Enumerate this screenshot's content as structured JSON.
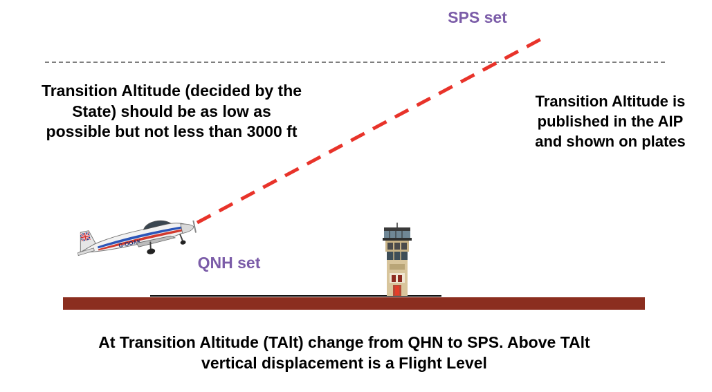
{
  "labels": {
    "sps_set": "SPS set",
    "qnh_set": "QNH set"
  },
  "notes": {
    "left": [
      "Transition Altitude (decided by the",
      "State) should be as low as",
      "possible but not less than 3000 ft"
    ],
    "right": [
      "Transition Altitude is",
      "published in the AIP",
      "and shown on plates"
    ]
  },
  "caption": [
    "At Transition Altitude (TAlt) change from QHN to SPS.  Above TAlt",
    "vertical displacement is a Flight Level"
  ],
  "aircraft": {
    "registration": "G-OOAK"
  },
  "colors": {
    "label_purple": "#7b5ca8",
    "climb_line": "#e8332a",
    "ground": "#8b2e1f",
    "transition_line": "#555555"
  },
  "icons": {
    "aircraft": "light-aircraft-icon",
    "tower": "control-tower-icon"
  }
}
